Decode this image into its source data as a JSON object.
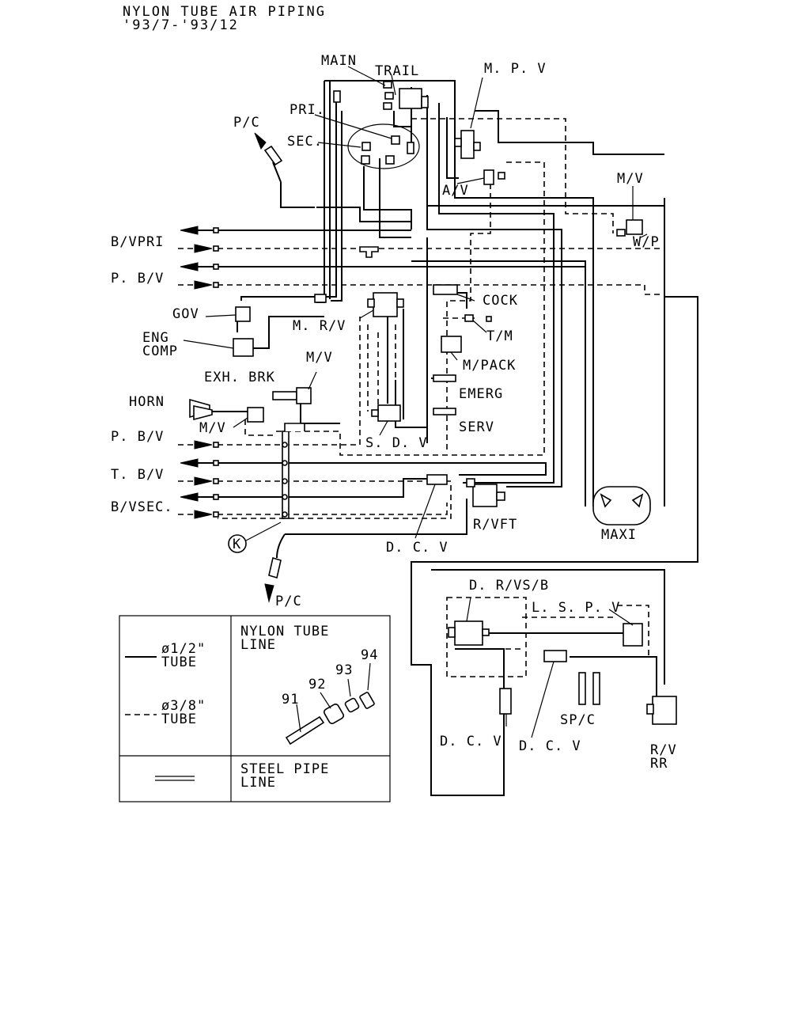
{
  "title": {
    "line1": "NYLON TUBE AIR PIPING",
    "line2": "'93/7-'93/12"
  },
  "labels": {
    "main": "MAIN",
    "trail": "TRAIL",
    "mpv": "M. P. V",
    "pri": "PRI.",
    "sec": "SEC.",
    "pc_top": "P/C",
    "av": "A/V",
    "mv_right": "M/V",
    "wp": "W/P",
    "bvpri": "B/VPRI",
    "pbv_top": "P. B/V",
    "cock": "COCK",
    "gov": "GOV",
    "mrv": "M. R/V",
    "tm": "T/M",
    "eng": "ENG",
    "comp": "COMP",
    "mpack": "M/PACK",
    "exh_brk": "EXH. BRK",
    "mv_mid": "M/V",
    "emerg": "EMERG",
    "horn": "HORN",
    "serv": "SERV",
    "mv_horn": "M/V",
    "sdv": "S. D. V",
    "pbv_low": "P. B/V",
    "tbv": "T. B/V",
    "bvsec": "B/VSEC.",
    "rvft": "R/VFT",
    "maxi": "MAXI",
    "k": "K",
    "dcv_mid": "D. C. V",
    "pc_bottom": "P/C",
    "drvsb": "D. R/VS/B",
    "lspv": "L. S. P. V",
    "dcv_left": "D. C. V",
    "dcv_right": "D. C. V",
    "spc": "SP/C",
    "rv": "R/V",
    "rr": "RR"
  },
  "legend": {
    "nylon_tube": "NYLON TUBE",
    "line": "LINE",
    "half_inch": "ø1/2\"",
    "tube_a": "TUBE",
    "three_eighths": "ø3/8\"",
    "tube_b": "TUBE",
    "steel_pipe": "STEEL PIPE",
    "line2": "LINE",
    "part_91": "91",
    "part_92": "92",
    "part_93": "93",
    "part_94": "94"
  }
}
